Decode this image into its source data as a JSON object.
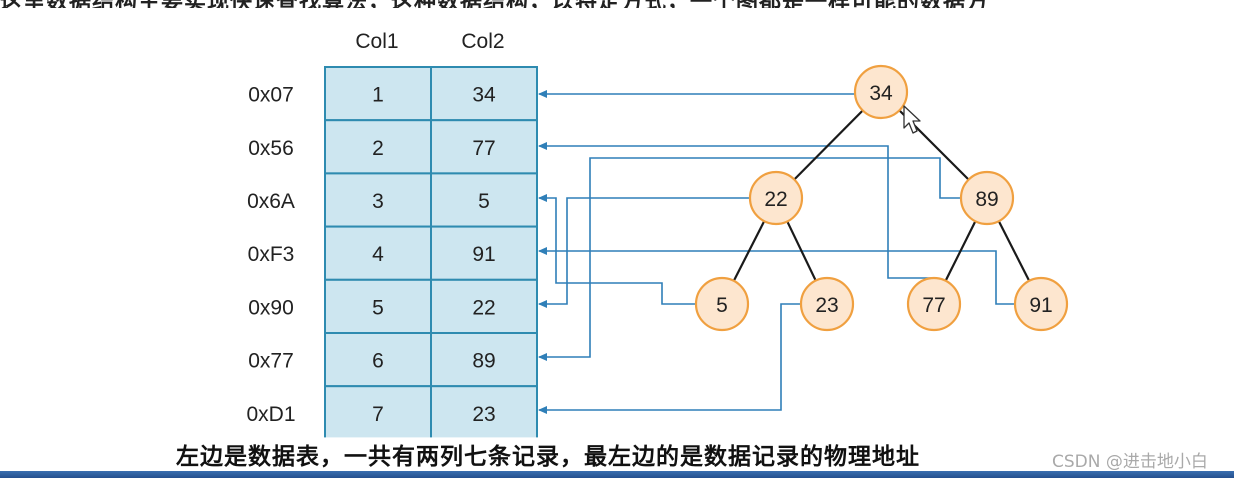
{
  "top_text": "这里数据结构主要实现快速查找算法，这种数据结构，以特定方式，一个图都是一样可能的数据方",
  "columns": [
    "Col1",
    "Col2"
  ],
  "rows": [
    {
      "address": "0x07",
      "col1": "1",
      "col2": "34"
    },
    {
      "address": "0x56",
      "col1": "2",
      "col2": "77"
    },
    {
      "address": "0x6A",
      "col1": "3",
      "col2": "5"
    },
    {
      "address": "0xF3",
      "col1": "4",
      "col2": "91"
    },
    {
      "address": "0x90",
      "col1": "5",
      "col2": "22"
    },
    {
      "address": "0x77",
      "col1": "6",
      "col2": "89"
    },
    {
      "address": "0xD1",
      "col1": "7",
      "col2": "23"
    }
  ],
  "tree_nodes": [
    {
      "id": "n34",
      "label": "34",
      "row": 0
    },
    {
      "id": "n22",
      "label": "22",
      "row": 4
    },
    {
      "id": "n89",
      "label": "89",
      "row": 5
    },
    {
      "id": "n5",
      "label": "5",
      "row": 2
    },
    {
      "id": "n23",
      "label": "23",
      "row": 6
    },
    {
      "id": "n77",
      "label": "77",
      "row": 1
    },
    {
      "id": "n91",
      "label": "91",
      "row": 3
    }
  ],
  "tree_edges": [
    [
      "n34",
      "n22"
    ],
    [
      "n34",
      "n89"
    ],
    [
      "n22",
      "n5"
    ],
    [
      "n22",
      "n23"
    ],
    [
      "n89",
      "n77"
    ],
    [
      "n89",
      "n91"
    ]
  ],
  "caption": "左边是数据表，一共有两列七条记录，最左边的是数据记录的物理地址",
  "watermark": "CSDN @进击地小白",
  "colors": {
    "cell_fill": "#cde6f0",
    "cell_border": "#2e8bb0",
    "node_fill": "#fde6cf",
    "node_stroke": "#f0a040",
    "tree_edge": "#1a1a1a",
    "pointer": "#2f7fb8"
  }
}
